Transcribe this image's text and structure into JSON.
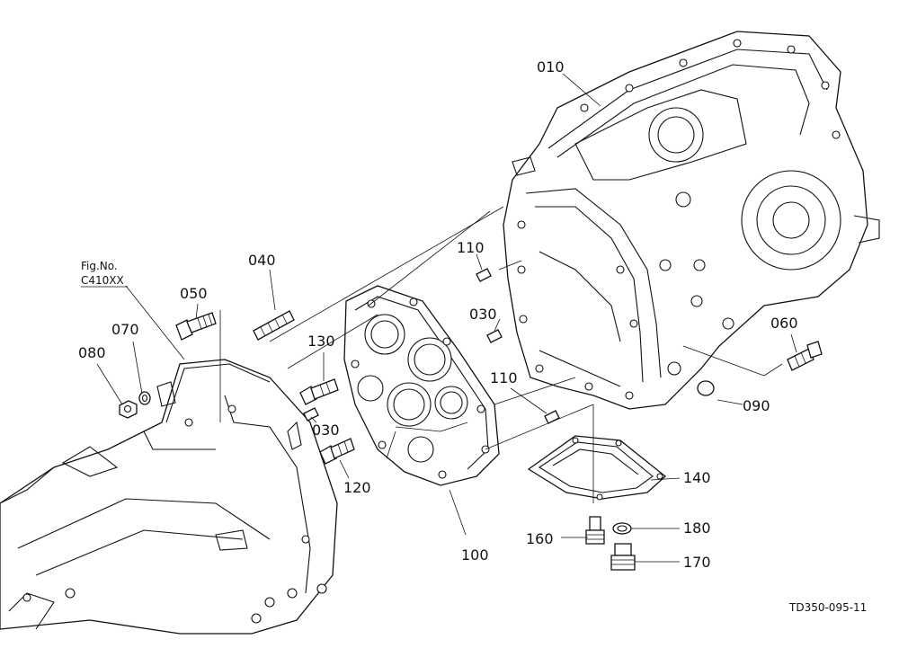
{
  "figure_ref": {
    "line1": "Fig.No.",
    "line2": "C410XX"
  },
  "callouts": [
    {
      "id": "c010",
      "label": "010"
    },
    {
      "id": "c040",
      "label": "040"
    },
    {
      "id": "c050",
      "label": "050"
    },
    {
      "id": "c070",
      "label": "070"
    },
    {
      "id": "c080",
      "label": "080"
    },
    {
      "id": "c110a",
      "label": "110"
    },
    {
      "id": "c030a",
      "label": "030"
    },
    {
      "id": "c130",
      "label": "130"
    },
    {
      "id": "c110b",
      "label": "110"
    },
    {
      "id": "c030b",
      "label": "030"
    },
    {
      "id": "c120",
      "label": "120"
    },
    {
      "id": "c100",
      "label": "100"
    },
    {
      "id": "c060",
      "label": "060"
    },
    {
      "id": "c090",
      "label": "090"
    },
    {
      "id": "c140",
      "label": "140"
    },
    {
      "id": "c160",
      "label": "160"
    },
    {
      "id": "c180",
      "label": "180"
    },
    {
      "id": "c170",
      "label": "170"
    }
  ],
  "drawing_code": "TD350-095-11"
}
